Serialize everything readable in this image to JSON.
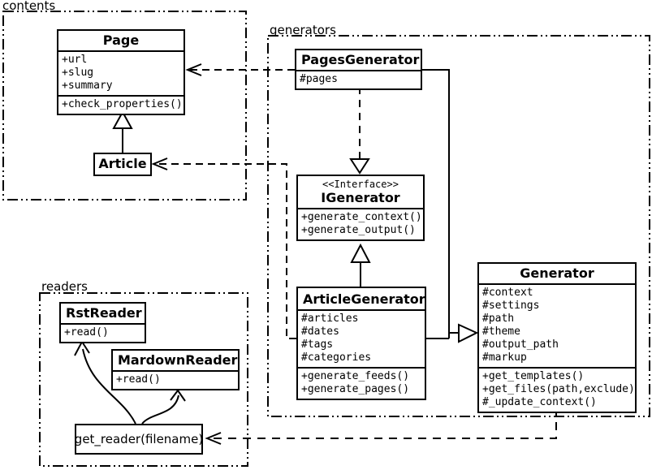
{
  "packages": {
    "contents": {
      "label": "contents"
    },
    "generators": {
      "label": "generators"
    },
    "readers": {
      "label": "readers"
    }
  },
  "classes": {
    "page": {
      "title": "Page",
      "attributes": [
        "+url",
        "+slug",
        "+summary"
      ],
      "methods": [
        "+check_properties()"
      ]
    },
    "article": {
      "title": "Article"
    },
    "pages_generator": {
      "title": "PagesGenerator",
      "attributes": [
        "#pages"
      ]
    },
    "igenerator": {
      "stereotype": "<<Interface>>",
      "title": "IGenerator",
      "methods": [
        "+generate_context()",
        "+generate_output()"
      ]
    },
    "article_generator": {
      "title": "ArticleGenerator",
      "attributes": [
        "#articles",
        "#dates",
        "#tags",
        "#categories"
      ],
      "methods": [
        "+generate_feeds()",
        "+generate_pages()"
      ]
    },
    "generator": {
      "title": "Generator",
      "attributes": [
        "#context",
        "#settings",
        "#path",
        "#theme",
        "#output_path",
        "#markup"
      ],
      "methods": [
        "+get_templates()",
        "+get_files(path,exclude)",
        "#_update_context()"
      ]
    },
    "rst_reader": {
      "title": "RstReader",
      "methods": [
        "+read()"
      ]
    },
    "mardown_reader": {
      "title": "MardownReader",
      "methods": [
        "+read()"
      ]
    },
    "get_reader": {
      "label": "get_reader(filename)"
    }
  },
  "relationships": [
    {
      "from": "Article",
      "to": "Page",
      "type": "inheritance"
    },
    {
      "from": "PagesGenerator",
      "to": "Page",
      "type": "dependency"
    },
    {
      "from": "ArticleGenerator",
      "to": "Article",
      "type": "dependency"
    },
    {
      "from": "PagesGenerator",
      "to": "IGenerator",
      "type": "realization"
    },
    {
      "from": "ArticleGenerator",
      "to": "IGenerator",
      "type": "inheritance"
    },
    {
      "from": "PagesGenerator",
      "to": "Generator",
      "type": "inheritance"
    },
    {
      "from": "ArticleGenerator",
      "to": "Generator",
      "type": "inheritance"
    },
    {
      "from": "Generator",
      "to": "get_reader(filename)",
      "type": "dependency"
    },
    {
      "from": "get_reader(filename)",
      "to": "RstReader",
      "type": "arrow"
    },
    {
      "from": "get_reader(filename)",
      "to": "MardownReader",
      "type": "arrow"
    }
  ],
  "colors": {
    "stroke": "#000000",
    "background": "#ffffff"
  }
}
